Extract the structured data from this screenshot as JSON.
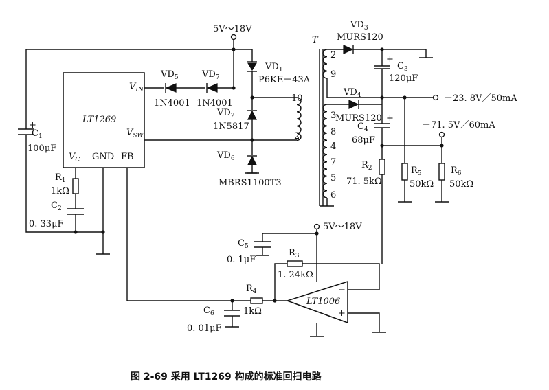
{
  "diagram": {
    "components": {
      "ic": "LT1269",
      "vin": "V",
      "vin_sub": "IN",
      "vsw": "V",
      "vsw_sub": "SW",
      "vc": "V",
      "vc_sub": "C",
      "gnd": "GND",
      "fb": "FB",
      "transformer": "T",
      "opamp": "LT1006",
      "opamp_minus": "−",
      "opamp_plus": "+"
    },
    "labels": {
      "supply_top": "5V～18V",
      "supply_amp": "5V～18V",
      "vd1": "VD",
      "vd1_sub": "1",
      "vd1_part": "P6KE－43A",
      "vd2": "VD",
      "vd2_sub": "2",
      "vd2_part": "1N5817",
      "vd3": "VD",
      "vd3_sub": "3",
      "vd3_part": "MURS120",
      "vd4": "VD",
      "vd4_sub": "4",
      "vd4_part": "MURS120",
      "vd5": "VD",
      "vd5_sub": "5",
      "vd5_part": "1N4001",
      "vd6": "VD",
      "vd6_sub": "6",
      "vd6_part": "MBRS1100T3",
      "vd7": "VD",
      "vd7_sub": "7",
      "vd7_part": "1N4001",
      "c1": "C",
      "c1_sub": "1",
      "c1_val": "100μF",
      "c2": "C",
      "c2_sub": "2",
      "c2_val": "0. 33μF",
      "c3": "C",
      "c3_sub": "3",
      "c3_val": "120μF",
      "c4": "C",
      "c4_sub": "4",
      "c4_val": "68μF",
      "c5": "C",
      "c5_sub": "5",
      "c5_val": "0. 1μF",
      "c6": "C",
      "c6_sub": "6",
      "c6_val": "0. 01μF",
      "r1": "R",
      "r1_sub": "1",
      "r1_val": "1kΩ",
      "r2": "R",
      "r2_sub": "2",
      "r2_val": "71. 5kΩ",
      "r3": "R",
      "r3_sub": "3",
      "r3_val": "1. 24kΩ",
      "r4": "R",
      "r4_sub": "4",
      "r4_val": "1kΩ",
      "r5": "R",
      "r5_sub": "5",
      "r5_val": "50kΩ",
      "r6": "R",
      "r6_sub": "6",
      "r6_val": "50kΩ",
      "out1": "－23. 8V／50mA",
      "out2": "－71. 5V／60mA",
      "pin2a": "2",
      "pin9": "9",
      "pin10": "10",
      "pin2b": "2",
      "pin3": "3",
      "pin8": "8",
      "pin4": "4",
      "pin7": "7",
      "pin5": "5",
      "pin6": "6",
      "plus_c1": "+",
      "plus_c3": "+",
      "plus_c4": "+"
    },
    "caption": "图 2-69   采用 LT1269 构成的标准回扫电路"
  }
}
